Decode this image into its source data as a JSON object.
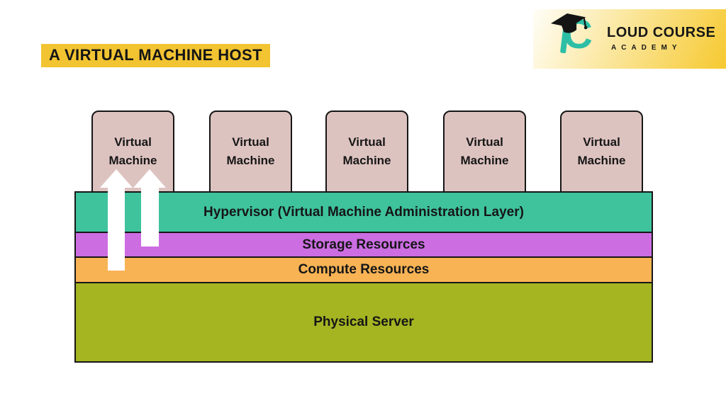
{
  "header": {
    "title": "A VIRTUAL MACHINE HOST",
    "title_bg": "#F2C431",
    "title_color": "#151515"
  },
  "logo": {
    "mark_letter": "C",
    "brand": "LOUD COURSE",
    "academy": "ACADEMY",
    "mark_color": "#2DBFA6",
    "panel_gradient_start": "#FFFEF8",
    "panel_gradient_end": "#F6C930",
    "cap_icon": "graduation-cap-icon"
  },
  "vms": [
    {
      "label": "Virtual Machine"
    },
    {
      "label": "Virtual Machine"
    },
    {
      "label": "Virtual Machine"
    },
    {
      "label": "Virtual Machine"
    },
    {
      "label": "Virtual Machine"
    }
  ],
  "vm_box": {
    "fill": "#DDC3C0",
    "border": "#161616"
  },
  "layers": [
    {
      "id": "hypervisor",
      "label": "Hypervisor (Virtual Machine Administration Layer)",
      "color": "#3FC39C"
    },
    {
      "id": "storage",
      "label": "Storage Resources",
      "color": "#CC6DE2"
    },
    {
      "id": "compute",
      "label": "Compute Resources",
      "color": "#F8B355"
    },
    {
      "id": "physical-server",
      "label": "Physical Server",
      "color": "#A5B522"
    }
  ],
  "arrows": {
    "color": "#FFFFFF",
    "direction": "up",
    "count": 2,
    "description": "two white upward arrows from resource layers into first virtual machine"
  }
}
